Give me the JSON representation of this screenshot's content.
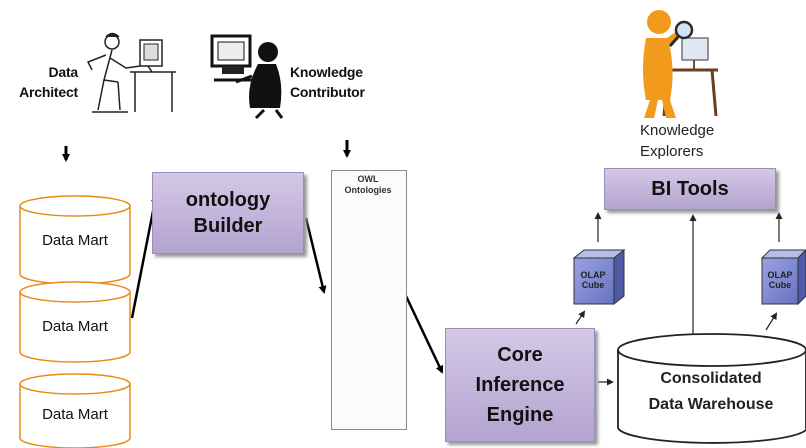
{
  "actors": {
    "data_architect": "Data\nArchitect",
    "knowledge_contributor": "Knowledge\nContributor",
    "knowledge_explorers": "Knowledge\nExplorers"
  },
  "data_marts": [
    "Data Mart",
    "Data Mart",
    "Data Mart"
  ],
  "ontology_builder": "ontology\nBuilder",
  "owl_panel": {
    "title": "OWL\nOntologies"
  },
  "core_inference_engine": "Core\nInference\nEngine",
  "bi_tools": "BI Tools",
  "olap_cubes": [
    "OLAP\nCube",
    "OLAP\nCube"
  ],
  "data_warehouse": "Consolidated\nData Warehouse",
  "colors": {
    "process_box": "#b8a8d4",
    "box_border": "#9c8cbb",
    "datamart_stroke": "#e88a1a",
    "cube": "#7f8ad0"
  }
}
